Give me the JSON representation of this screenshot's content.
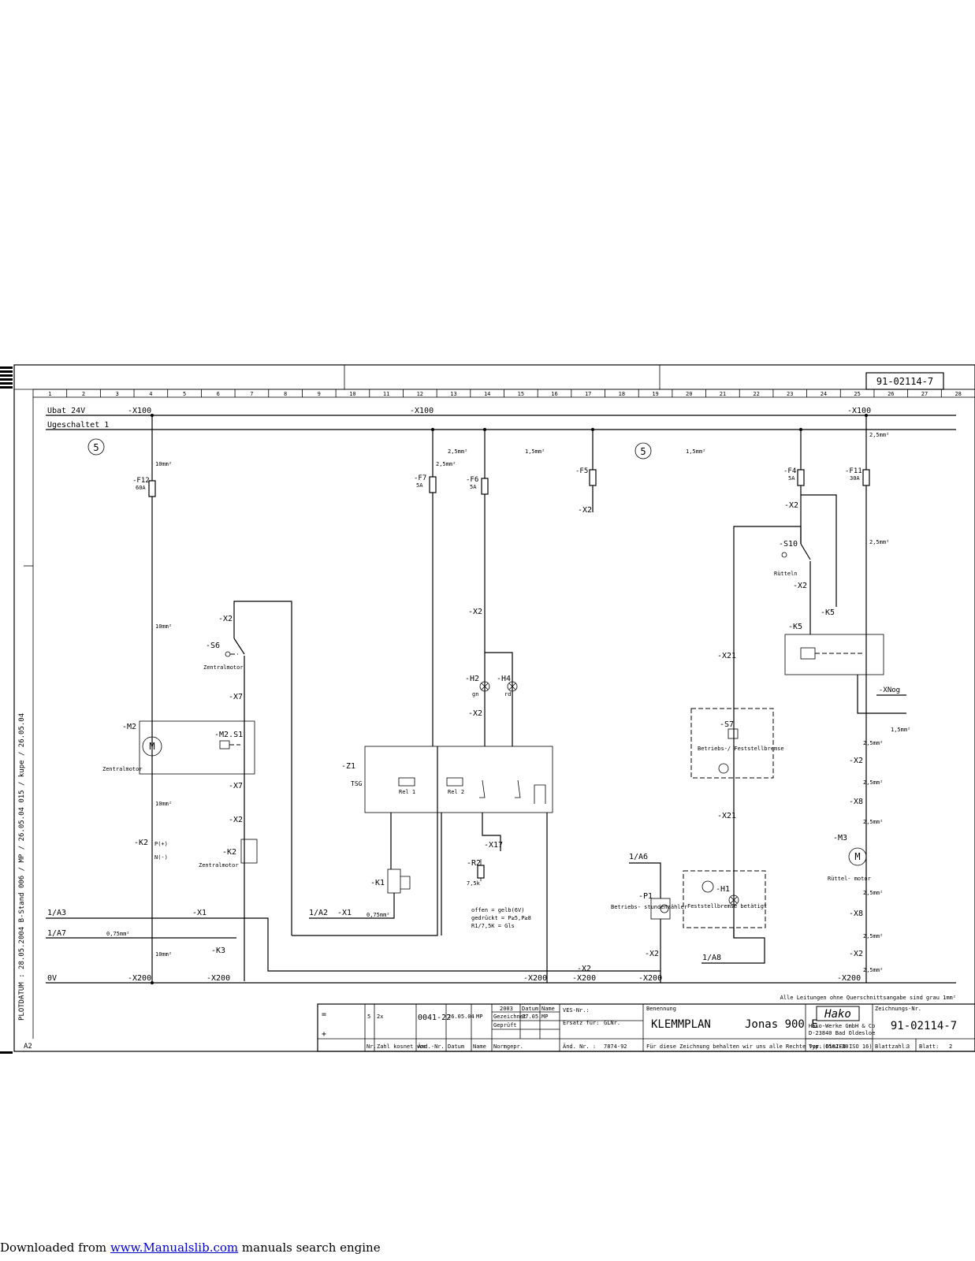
{
  "sheet": {
    "drawing_number": "91-02114-7",
    "column_numbers": [
      "1",
      "2",
      "3",
      "4",
      "5",
      "6",
      "7",
      "8",
      "9",
      "10",
      "11",
      "12",
      "13",
      "14",
      "15",
      "16",
      "17",
      "18",
      "19",
      "20",
      "21",
      "22",
      "23",
      "24",
      "25",
      "26",
      "27",
      "28"
    ],
    "format": "A2",
    "plot_stamp": "PLOTDATUM : 28.05.2004   B-Stand 006 / MP / 26.05.04 015 / kupe / 26.05.04",
    "note": "Alle Leitungen ohne Querschnittsangabe sind grau 1mm²"
  },
  "rails": {
    "ubat": "Ubat 24V",
    "ugeschaltet": "Ugeschaltet 1",
    "zero": "0V",
    "x100": "-X100",
    "x200": "-X200",
    "circle_5": "5"
  },
  "labels": {
    "f12": "-F12",
    "f12_rating": "60A",
    "f7": "-F7",
    "f7_rating": "5A",
    "f6": "-F6",
    "f6_rating": "5A",
    "f5": "-F5",
    "f4": "-F4",
    "f4_rating": "5A",
    "f11": "-F11",
    "f11_rating": "30A",
    "mm2_10": "10mm²",
    "mm2_25": "2,5mm²",
    "mm2_15": "1,5mm²",
    "mm2_075": "0,75mm²",
    "x2": "-X2",
    "x7": "-X7",
    "x1": "-X1",
    "x8": "-X8",
    "x17": "-X17",
    "x21": "-X21",
    "xnog": "-XNog",
    "s6": "-S6",
    "zentralmotor": "Zentralmotor",
    "m2": "-M2",
    "m2s1": "-M2.S1",
    "m_letter": "M",
    "k2": "-K2",
    "k2_p": "P(+)",
    "k2_n": "N(-)",
    "k3": "-K3",
    "k1": "-K1",
    "k5": "-K5",
    "k5_st": "-K5",
    "z1": "-Z1",
    "tsg": "TSG",
    "rel1": "Rel 1",
    "rel2": "Rel 2",
    "h2": "-H2",
    "h4": "-H4",
    "h1": "-H1",
    "gn": "gn",
    "rd": "rd",
    "r2": "-R2",
    "r2_val": "7,5k",
    "r2_note1": "offen = gelb(6V)",
    "r2_note2": "gedrückt = P≥5,P≥8",
    "r2_note3": "R1/7,5K = Gls",
    "s10": "-S10",
    "ruetteln": "Rütteln",
    "s7": "-S7",
    "s7_label": "Betriebs-/ Feststellbremse",
    "p1": "-P1",
    "p1_label": "Betriebs- stundenzähler",
    "h1_label": "Feststellbremse betätigt",
    "m3": "-M3",
    "m3_label": "Rüttel- motor",
    "a3": "1/A3",
    "a7": "1/A7",
    "a2": "1/A2",
    "a6": "1/A6",
    "a8": "1/A8"
  },
  "title_block": {
    "equal": "=",
    "plus": "+",
    "s": "5",
    "two_x": "2x",
    "change_no": "0041-22",
    "change_date": "26.05.04",
    "change_name": "MP",
    "year": "2003",
    "col_datum": "Datum",
    "col_name": "Name",
    "gezeichnet": "Gezeichnet",
    "gez_date": "27.05.",
    "gez_name": "MP",
    "geprueft": "Geprüft",
    "normgepr": "Normgepr.",
    "row_nr": "Nr.",
    "row_zahl": "Zahl kosnet vor",
    "row_aend": "Änd.-Nr.",
    "row_datum": "Datum",
    "row_name": "Name",
    "ves": "VES-Nr.:",
    "ersatz_fuer": "Ersatz für:",
    "glnr": "GLNr.",
    "aend_nr": "Änd. Nr. :",
    "aend_val": "7874-92",
    "benennung": "Benennung",
    "title": "KLEMMPLAN",
    "product": "Jonas 900 E",
    "copyright": "Für diese Zeichnung behalten wir uns alle Rechte vor.(DinIEN ISO 16)",
    "logo": "Hako",
    "company1": "Hako-Werke GmbH & Co",
    "company2": "D-23840 Bad Oldesloe",
    "typ": "Typ: 6502-20",
    "zeichnungs_nr_label": "Zeichnungs-Nr.",
    "zeichnungs_nr": "91-02114-7",
    "blattzahl_label": "Blattzahl:",
    "blattzahl": "3",
    "blatt_label": "Blatt:",
    "blatt": "2"
  },
  "footer": {
    "prefix": "Downloaded from",
    "link": "www.Manualslib.com",
    "suffix": "manuals search engine"
  }
}
